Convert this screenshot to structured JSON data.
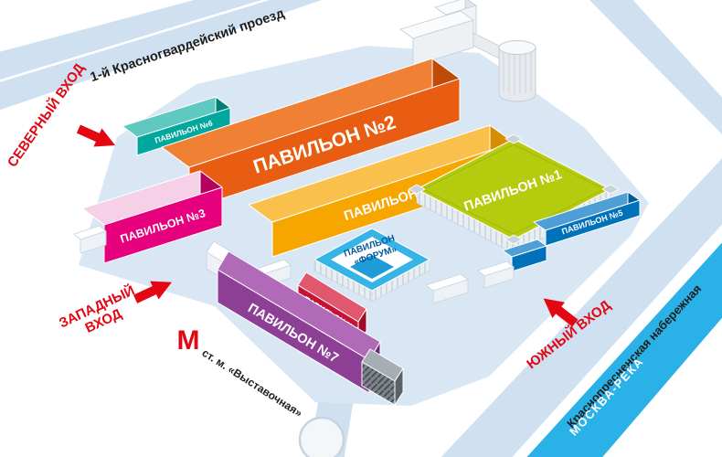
{
  "streets": {
    "north_road": "1-й Красногвардейский проезд",
    "embankment": "Краснопресненская набережная"
  },
  "river": {
    "label": "МОСКВА-РЕКА",
    "color": "#29b1e8"
  },
  "entrances": {
    "north": {
      "label": "СЕВЕРНЫЙ ВХОД"
    },
    "west": {
      "line1": "ЗАПАДНЫЙ",
      "line2": "ВХОД"
    },
    "south": {
      "label": "ЮЖНЫЙ ВХОД"
    }
  },
  "metro": {
    "logo": "М",
    "station": "ст. м. «Выставочная»"
  },
  "pavilions": {
    "p1": {
      "label": "ПАВИЛЬОН №1",
      "color": "#b5cb0e"
    },
    "p2": {
      "label": "ПАВИЛЬОН №2",
      "color": "#e85d11"
    },
    "p3": {
      "label": "ПАВИЛЬОН №3",
      "color": "#e6007e"
    },
    "p4": {
      "label": "ПАВИЛЬОН №4",
      "color": "#c51236"
    },
    "p5": {
      "label": "ПАВИЛЬОН №5",
      "color": "#0072bc"
    },
    "p6": {
      "label": "ПАВИЛЬОН №6",
      "color": "#00a79d"
    },
    "p7": {
      "label": "ПАВИЛЬОН №7",
      "color": "#8d3f96"
    },
    "p8": {
      "label": "ПАВИЛЬОН №8",
      "color": "#f7a600"
    },
    "forum": {
      "line1": "ПАВИЛЬОН",
      "line2": "«ФОРУМ»",
      "color": "#35b4e5"
    }
  },
  "colors": {
    "road": "#cfe1f1",
    "ground": "#d9e7f4",
    "accent_red": "#e30613"
  }
}
